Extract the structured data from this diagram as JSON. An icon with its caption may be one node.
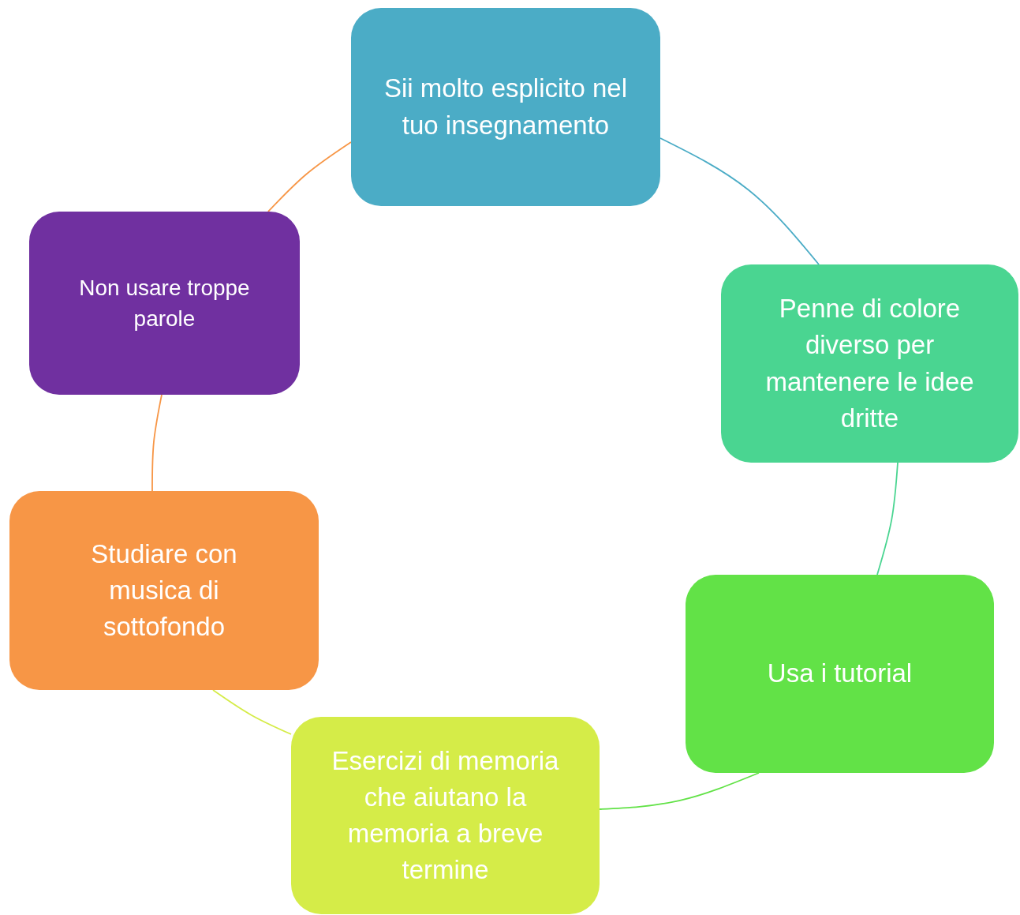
{
  "diagram": {
    "nodes": [
      {
        "text": [
          "Sii molto esplicito nel tuo insegnamento"
        ]
      },
      {
        "text": [
          "Penne di colore diverso per mantenere le idee dritte"
        ]
      },
      {
        "text": [
          "Usa i tutorial"
        ]
      },
      {
        "text": [
          "Esercizi di memoria che aiutano la memoria a breve termine"
        ]
      },
      {
        "text": [
          "Studiare con musica di sottofondo"
        ]
      },
      {
        "text": [
          "Non usare troppe parole"
        ]
      }
    ],
    "edges": [
      {
        "from": 0,
        "to": 1,
        "arrow": "none",
        "color": "#4bacc6"
      },
      {
        "from": 1,
        "to": 2,
        "arrow": "none",
        "color": "#4ad591"
      },
      {
        "from": 2,
        "to": 3,
        "arrow": "none",
        "color": "#62e247"
      },
      {
        "from": 3,
        "to": 4,
        "arrow": "none",
        "color": "#d5ec48"
      },
      {
        "from": 4,
        "to": 5,
        "arrow": "none",
        "color": "#f79646"
      },
      {
        "from": 5,
        "to": 0,
        "arrow": "none",
        "color": "#f79646"
      }
    ]
  }
}
